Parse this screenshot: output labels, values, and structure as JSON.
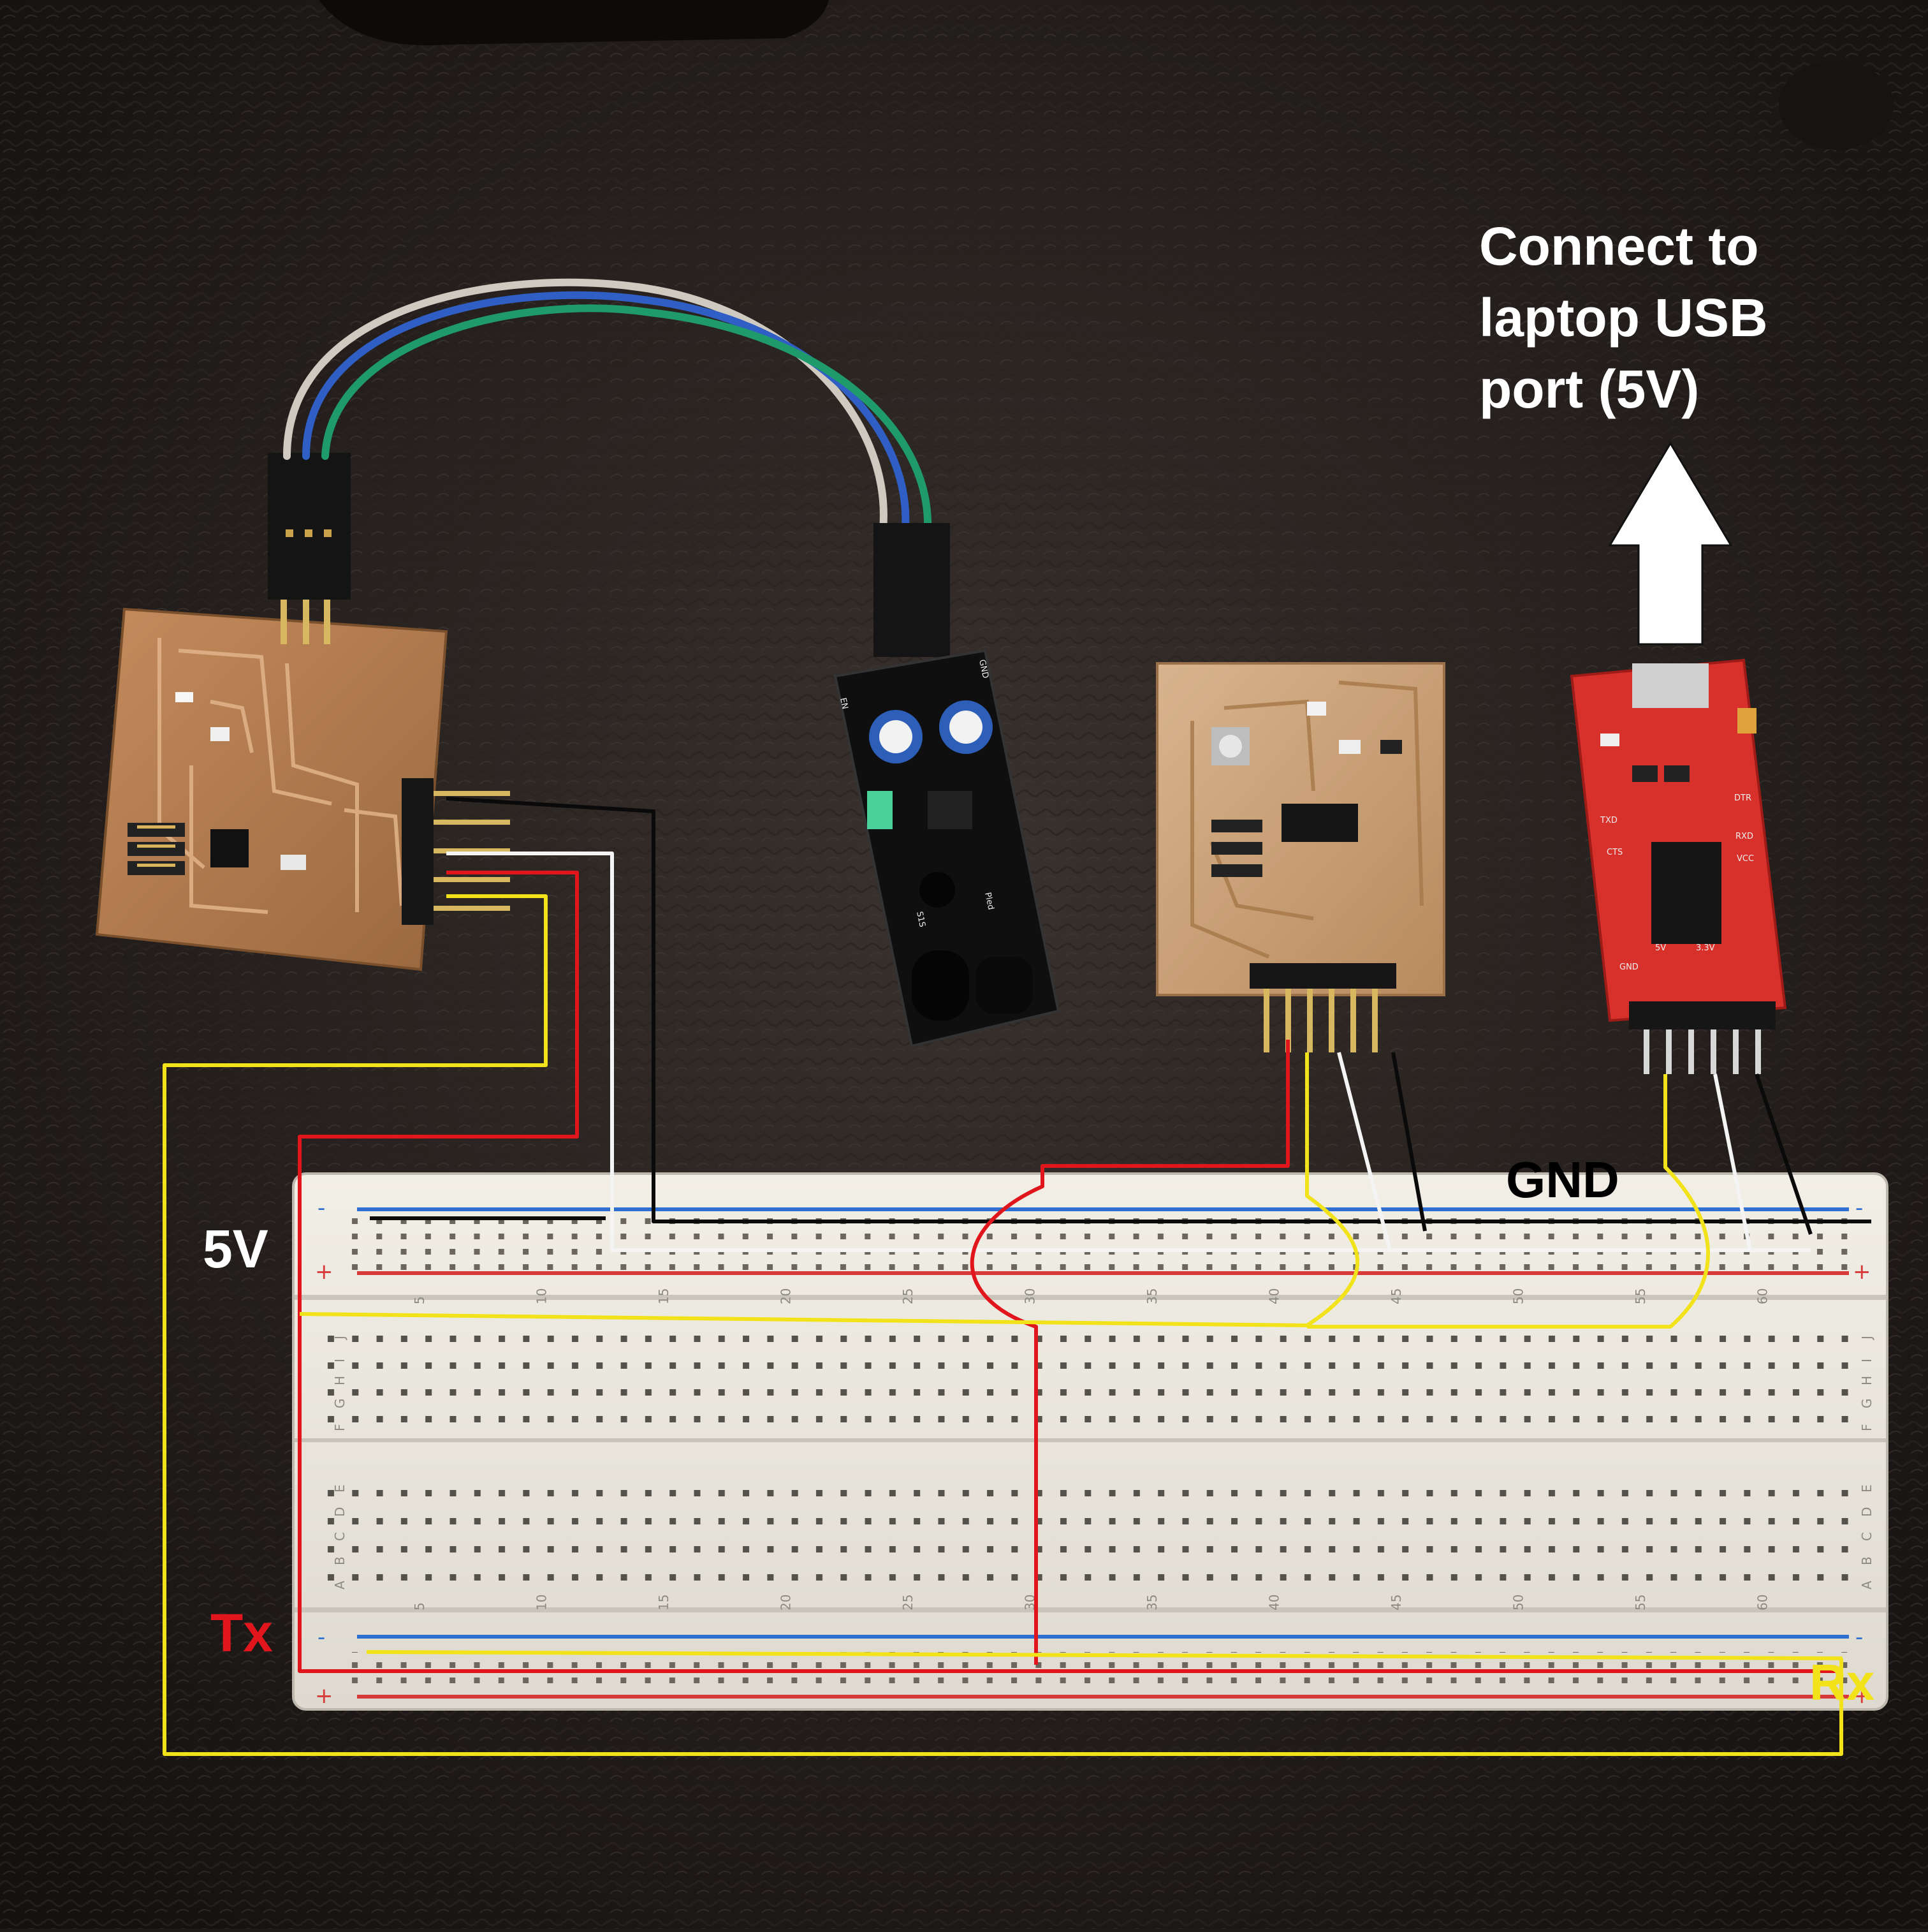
{
  "annotations": {
    "usb_note_lines": [
      "Connect to",
      "laptop USB",
      "port (5V)"
    ],
    "label_5v": "5V",
    "label_gnd": "GND",
    "label_tx": "Tx",
    "label_rx": "Rx"
  },
  "wire_colors": {
    "power": "#e0161c",
    "ground": "#0a0a0a",
    "white_wire": "#f4f4f4",
    "signal": "#f2e21a",
    "rail_positive": "#d83a3a",
    "rail_negative": "#2f6fd1"
  },
  "breadboard": {
    "column_numbers": [
      "5",
      "10",
      "15",
      "20",
      "25",
      "30",
      "35",
      "40",
      "45",
      "50",
      "55",
      "60"
    ],
    "upper_row_letters": [
      "J",
      "I",
      "H",
      "G",
      "F"
    ],
    "lower_row_letters": [
      "E",
      "D",
      "C",
      "B",
      "A"
    ],
    "rail_signs": [
      "-",
      "+"
    ]
  },
  "sensor_module": {
    "silkscreen": [
      "EN",
      "GND",
      "S1S",
      "Pled"
    ]
  },
  "usb_adapter": {
    "silkscreen": [
      "DTR",
      "RXD",
      "TXD",
      "VCC",
      "CTS",
      "GND",
      "5V",
      "3.3V"
    ]
  }
}
